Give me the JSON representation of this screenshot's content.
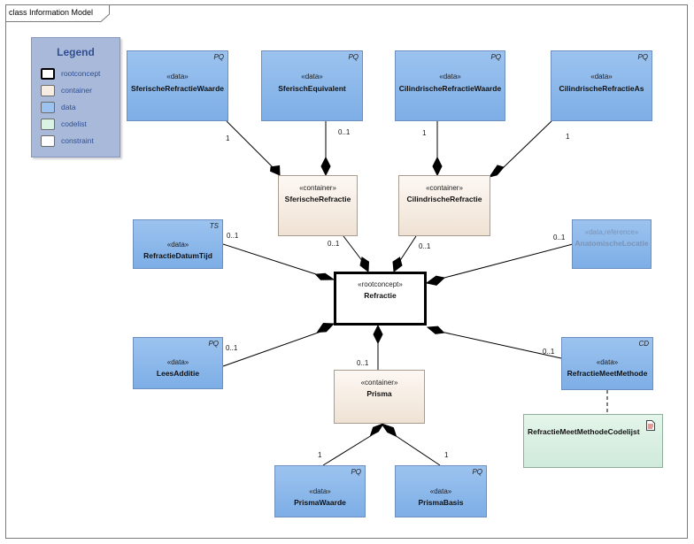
{
  "diagram": {
    "title": "class Information Model"
  },
  "legend": {
    "title": "Legend",
    "items": [
      {
        "label": "rootconcept",
        "color": "#ffffff"
      },
      {
        "label": "container",
        "color": "#f6ece2"
      },
      {
        "label": "data",
        "color": "#9cc3ef"
      },
      {
        "label": "codelist",
        "color": "#d9f2e3"
      },
      {
        "label": "constraint",
        "color": "#ffffff"
      }
    ]
  },
  "nodes": {
    "sferische_refractie_waarde": {
      "stereotype": "«data»",
      "name": "SferischeRefractieWaarde",
      "type": "PQ"
    },
    "sferisch_equivalent": {
      "stereotype": "«data»",
      "name": "SferischEquivalent",
      "type": "PQ"
    },
    "cilindrische_refractie_waarde": {
      "stereotype": "«data»",
      "name": "CilindrischeRefractieWaarde",
      "type": "PQ"
    },
    "cilindrische_refractie_as": {
      "stereotype": "«data»",
      "name": "CilindrischeRefractieAs",
      "type": "PQ"
    },
    "sferische_refractie": {
      "stereotype": "«container»",
      "name": "SferischeRefractie"
    },
    "cilindrische_refractie": {
      "stereotype": "«container»",
      "name": "CilindrischeRefractie"
    },
    "refractie_datum_tijd": {
      "stereotype": "«data»",
      "name": "RefractieDatumTijd",
      "type": "TS"
    },
    "anatomische_locatie": {
      "stereotype": "«data,reference»",
      "name": "AnatomischeLocatie"
    },
    "refractie": {
      "stereotype": "«rootconcept»",
      "name": "Refractie"
    },
    "lees_additie": {
      "stereotype": "«data»",
      "name": "LeesAdditie",
      "type": "PQ"
    },
    "refractie_meet_methode": {
      "stereotype": "«data»",
      "name": "RefractieMeetMethode",
      "type": "CD"
    },
    "prisma": {
      "stereotype": "«container»",
      "name": "Prisma"
    },
    "refractie_meet_methode_codelijst": {
      "name": "RefractieMeetMethodeCodelijst"
    },
    "prisma_waarde": {
      "stereotype": "«data»",
      "name": "PrismaWaarde",
      "type": "PQ"
    },
    "prisma_basis": {
      "stereotype": "«data»",
      "name": "PrismaBasis",
      "type": "PQ"
    }
  },
  "multiplicities": {
    "sferische_refractie_waarde": "1",
    "sferisch_equivalent": "0..1",
    "cilindrische_refractie_waarde": "1",
    "cilindrische_refractie_as": "1",
    "sferische_refractie": "0..1",
    "cilindrische_refractie": "0..1",
    "refractie_datum_tijd": "0..1",
    "anatomische_locatie": "0..1",
    "lees_additie": "0..1",
    "prisma": "0..1",
    "refractie_meet_methode": "0..1",
    "prisma_waarde": "1",
    "prisma_basis": "1"
  }
}
